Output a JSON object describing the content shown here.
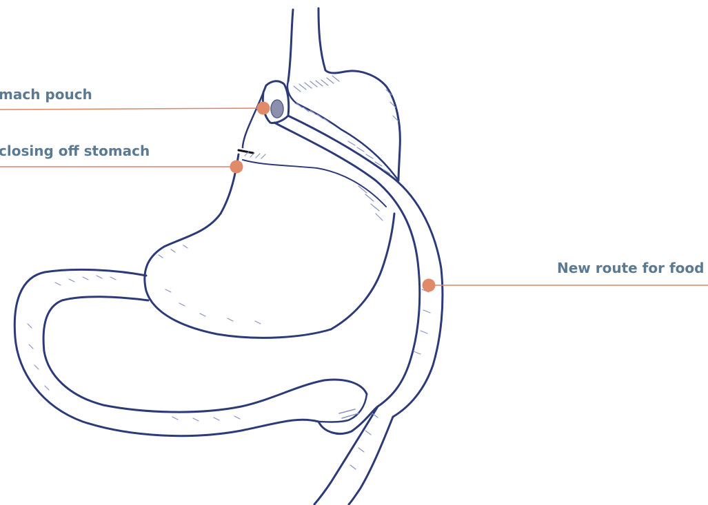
{
  "labels": {
    "pouch": "mach pouch",
    "closing": "closing off stomach",
    "route": "New route for food"
  },
  "colors": {
    "label_text": "#5b7a92",
    "leader_line": "#e08466",
    "marker": "#e08a6a",
    "ink": "#2c3a78",
    "hatch": "#8893c0",
    "background": "#ffffff"
  }
}
